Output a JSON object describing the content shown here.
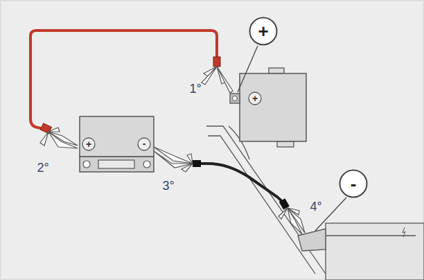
{
  "diagram": {
    "nodes": [
      {
        "text": [
          "+"
        ]
      },
      {
        "text": [
          "-"
        ]
      }
    ],
    "labels": [
      "1°",
      "+",
      "2°",
      "+",
      "-",
      "3°",
      "4°"
    ]
  }
}
